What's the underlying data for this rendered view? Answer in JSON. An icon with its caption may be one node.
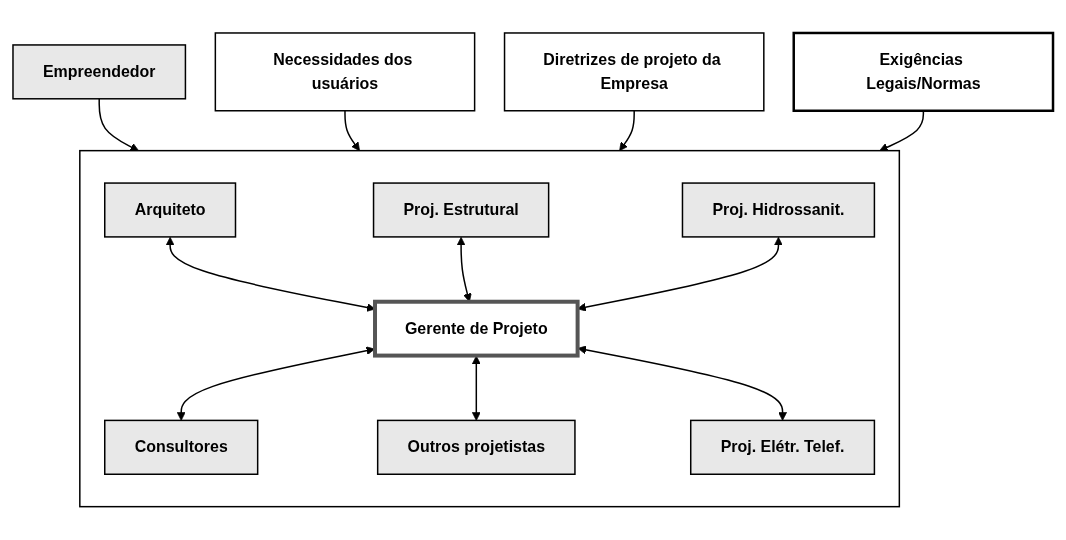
{
  "diagram": {
    "nodes": [
      {
        "text": [
          "Empreendedor"
        ]
      },
      {
        "text": [
          "Necessidades dos usuários"
        ]
      },
      {
        "text": [
          "Diretrizes de projeto da Empresa"
        ]
      },
      {
        "text": [
          "Exigências Legais/Normas"
        ]
      },
      {
        "text": [],
        "shape": "box"
      },
      {
        "text": [
          "Arquiteto"
        ],
        "in": 4
      },
      {
        "text": [
          "Proj. Estrutural"
        ],
        "in": 4
      },
      {
        "text": [
          "Gerente de Projeto"
        ],
        "in": 4
      },
      {
        "text": [
          "Consultores"
        ],
        "in": 4
      },
      {
        "text": [
          "Proj. Hidrossanit."
        ],
        "in": 4
      },
      {
        "text": [
          "Outros projetistas"
        ],
        "in": 4
      },
      {
        "text": [
          "Proj. Elétr. Telef."
        ],
        "in": 4
      }
    ],
    "edges": [
      {
        "from": 0,
        "to": 4,
        "arrow": "to"
      },
      {
        "from": 1,
        "to": 4,
        "arrow": "to"
      },
      {
        "from": 2,
        "to": 4,
        "arrow": "to"
      },
      {
        "from": 3,
        "to": 4,
        "arrow": "to"
      },
      {
        "from": 5,
        "to": 7,
        "arrow": "both"
      },
      {
        "from": 6,
        "to": 7,
        "arrow": "both"
      },
      {
        "from": 7,
        "to": 8,
        "arrow": "both"
      },
      {
        "from": 9,
        "to": 7,
        "arrow": "both"
      },
      {
        "from": 7,
        "to": 10,
        "arrow": "both"
      },
      {
        "from": 7,
        "to": 11,
        "arrow": "both"
      }
    ]
  }
}
